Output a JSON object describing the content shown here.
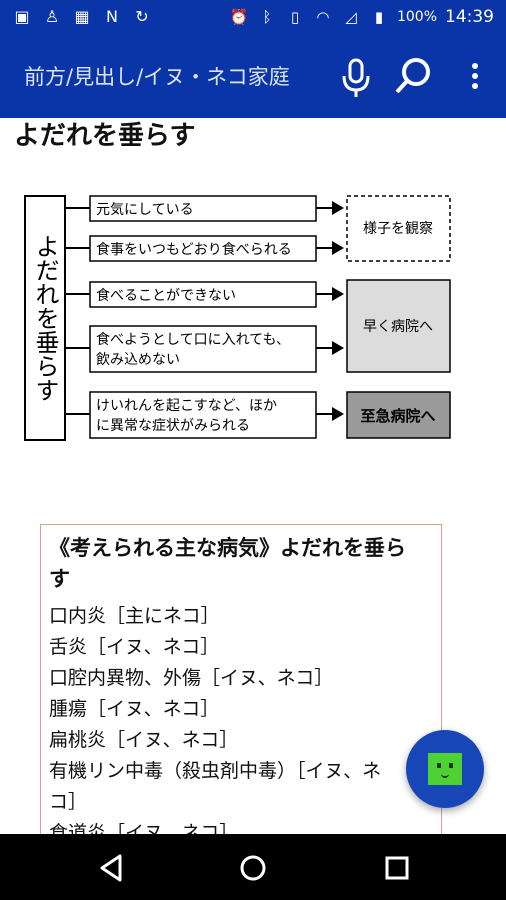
{
  "status_bar": {
    "time": "14:39",
    "battery": "100%"
  },
  "app_bar": {
    "title": "前方/見出し/イヌ・ネコ家庭"
  },
  "page": {
    "heading": "よだれを垂らす"
  },
  "flowchart": {
    "left_label": "よだれを垂らす",
    "conditions": [
      "元気にしている",
      "食事をいつもどおり食べられる",
      "食べることができない",
      "食べようとして口に入れても、",
      "飲み込めない",
      "けいれんを起こすなど、ほか",
      "に異常な症状がみられる"
    ],
    "outcomes": [
      "様子を観察",
      "早く病院へ",
      "至急病院へ"
    ]
  },
  "diseases": {
    "title_line1": "《考えられる主な病気》よだれを垂ら",
    "title_line2": "す",
    "items": [
      "口内炎［主にネコ］",
      "舌炎［イヌ、ネコ］",
      "口腔内異物、外傷［イヌ、ネコ］",
      "腫瘍［イヌ、ネコ］",
      "扁桃炎［イヌ、ネコ］",
      "有機リン中毒（殺虫剤中毒）［イヌ、ネ",
      "コ］",
      "食道炎［イヌ、ネコ］"
    ]
  }
}
